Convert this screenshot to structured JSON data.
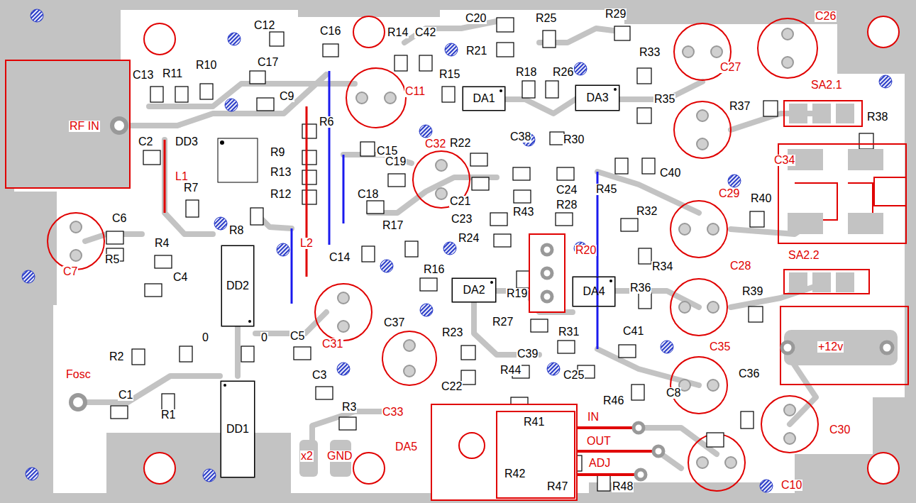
{
  "diagram": {
    "nodes": [
      {
        "text": [
          "DA1"
        ]
      },
      {
        "text": [
          "DA3"
        ]
      },
      {
        "text": [
          "DA2"
        ]
      },
      {
        "text": [
          "DA4"
        ]
      },
      {
        "text": [
          "DD2"
        ]
      },
      {
        "text": [
          "DD1"
        ]
      }
    ],
    "labels": [
      "C12",
      "C16",
      "R14",
      "C42",
      "C20",
      "R25",
      "R29",
      "C26",
      "R33",
      "R21",
      "C13",
      "R11",
      "R10",
      "C17",
      "C9",
      "R18",
      "R26",
      "C27",
      "R15",
      "C11",
      "R35",
      "R37",
      "SA2.1",
      "RF IN",
      "R6",
      "C15",
      "C32",
      "R22",
      "C38",
      "R30",
      "R38",
      "C2",
      "DD3",
      "R9",
      "C19",
      "C34",
      "C40",
      "R13",
      "L1",
      "R7",
      "C24",
      "R45",
      "C18",
      "C21",
      "C29",
      "R40",
      "R12",
      "R43",
      "R28",
      "R32",
      "C23",
      "C6",
      "R17",
      "R8",
      "R4",
      "L2",
      "C14",
      "R24",
      "R20",
      "R34",
      "SA2.2",
      "R5",
      "C7",
      "C4",
      "R16",
      "C28",
      "R36",
      "R39",
      "R19",
      "C37",
      "R27",
      "R23",
      "R31",
      "C41",
      "0",
      "0",
      "C5",
      "C31",
      "C35",
      "+12v",
      "R2",
      "C39",
      "R44",
      "C25",
      "C36",
      "C8",
      "Fosc",
      "C3",
      "C22",
      "C1",
      "R46",
      "R1",
      "R3",
      "C33",
      "DA5",
      "R41",
      "IN",
      "C30",
      "OUT",
      "ADJ",
      "x2",
      "GND",
      "R42",
      "R47",
      "R48",
      "C10"
    ]
  }
}
